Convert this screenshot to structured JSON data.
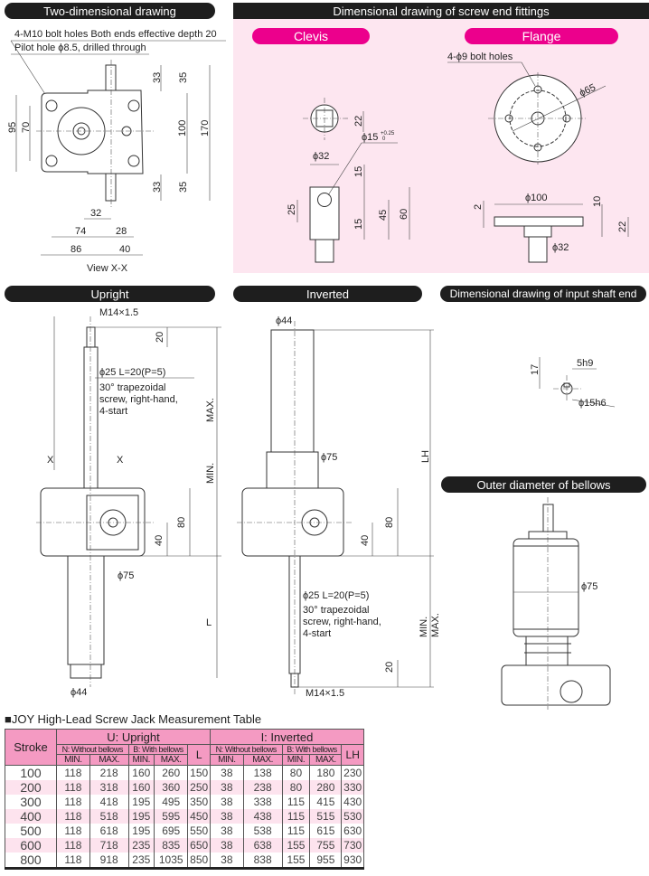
{
  "headers": {
    "two_dim": "Two-dimensional drawing",
    "fittings": "Dimensional drawing of screw end fittings",
    "clevis": "Clevis",
    "flange": "Flange",
    "upright": "Upright",
    "inverted": "Inverted",
    "input_shaft": "Dimensional drawing of input shaft end",
    "bellows": "Outer diameter of bellows"
  },
  "two_dim": {
    "note1": "4-M10 bolt holes   Both ends effective depth 20",
    "note2": "Pilot hole ϕ8.5, drilled through",
    "dims": {
      "d95": "95",
      "d70": "70",
      "d100": "100",
      "d170": "170",
      "d33a": "33",
      "d35a": "35",
      "d33b": "33",
      "d35b": "35",
      "d32": "32",
      "d74": "74",
      "d28": "28",
      "d86": "86",
      "d40": "40"
    },
    "view": "View X-X"
  },
  "clevis": {
    "d22": "22",
    "phi15": "ϕ15",
    "tol_upper": "+0.25",
    "tol_lower": "0",
    "phi32": "ϕ32",
    "d15a": "15",
    "d15b": "15",
    "d25": "25",
    "d45": "45",
    "d60": "60"
  },
  "flange": {
    "bolt": "4-ϕ9 bolt holes",
    "phi65": "ϕ65",
    "phi100": "ϕ100",
    "d2": "2",
    "d10": "10",
    "d22": "22",
    "phi32": "ϕ32"
  },
  "upright": {
    "m14": "M14×1.5",
    "d20": "20",
    "screw1": "ϕ25   L=20(P=5)",
    "screw2": "30° trapezoidal",
    "screw3": "screw, right-hand,",
    "screw4": "4-start",
    "max": "MAX.",
    "min": "MIN.",
    "d80": "80",
    "d40": "40",
    "phi75": "ϕ75",
    "L": "L",
    "phi44": "ϕ44",
    "x": "X"
  },
  "inverted": {
    "phi44": "ϕ44",
    "phi75": "ϕ75",
    "LH": "LH",
    "d80": "80",
    "d40": "40",
    "screw1": "ϕ25   L=20(P=5)",
    "screw2": "30° trapezoidal",
    "screw3": "screw, right-hand,",
    "screw4": "4-start",
    "min": "MIN.",
    "max": "MAX.",
    "d20": "20",
    "m14": "M14×1.5"
  },
  "input_shaft": {
    "d17": "17",
    "h9": "5h9",
    "phi15": "ϕ15h6"
  },
  "bellows": {
    "phi75": "ϕ75"
  },
  "table": {
    "title": "■JOY High-Lead Screw Jack Measurement Table",
    "stroke": "Stroke",
    "upright": "U: Upright",
    "inverted": "I: Inverted",
    "without": "N: Without bellows",
    "with": "B: With bellows",
    "L": "L",
    "LH": "LH",
    "min": "MIN.",
    "max": "MAX.",
    "rows": [
      [
        "100",
        "118",
        "218",
        "160",
        "260",
        "150",
        "38",
        "138",
        "80",
        "180",
        "230"
      ],
      [
        "200",
        "118",
        "318",
        "160",
        "360",
        "250",
        "38",
        "238",
        "80",
        "280",
        "330"
      ],
      [
        "300",
        "118",
        "418",
        "195",
        "495",
        "350",
        "38",
        "338",
        "115",
        "415",
        "430"
      ],
      [
        "400",
        "118",
        "518",
        "195",
        "595",
        "450",
        "38",
        "438",
        "115",
        "515",
        "530"
      ],
      [
        "500",
        "118",
        "618",
        "195",
        "695",
        "550",
        "38",
        "538",
        "115",
        "615",
        "630"
      ],
      [
        "600",
        "118",
        "718",
        "235",
        "835",
        "650",
        "38",
        "638",
        "155",
        "755",
        "730"
      ],
      [
        "800",
        "118",
        "918",
        "235",
        "1035",
        "850",
        "38",
        "838",
        "155",
        "955",
        "930"
      ]
    ]
  }
}
